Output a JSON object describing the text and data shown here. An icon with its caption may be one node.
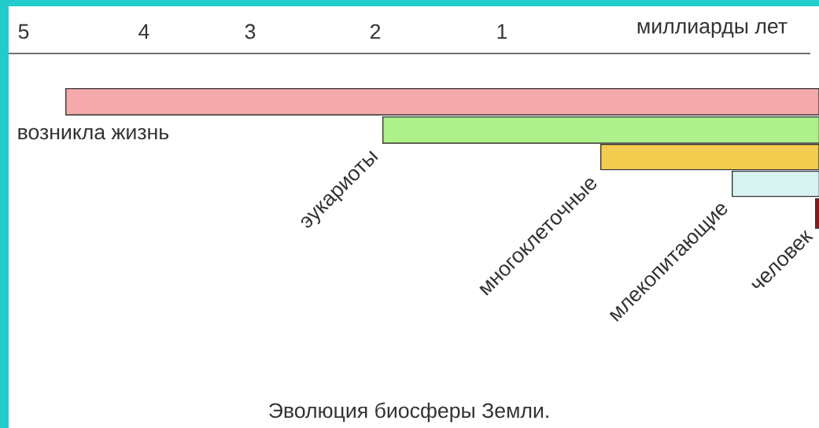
{
  "diagram": {
    "caption": "Эволюция биосферы Земли.",
    "nodes": [
      {
        "text": [],
        "shape": "bar",
        "beside": [
          "возникла жизнь"
        ]
      },
      {
        "text": [],
        "shape": "bar",
        "beside": [
          "эукариоты"
        ]
      },
      {
        "text": [],
        "shape": "bar",
        "beside": [
          "многоклеточные"
        ]
      },
      {
        "text": [],
        "shape": "bar",
        "beside": [
          "млекопитающие"
        ]
      },
      {
        "text": [],
        "shape": "bar",
        "beside": [
          "человек"
        ]
      }
    ],
    "labels": [
      "5",
      "4",
      "3",
      "2",
      "1",
      "миллиарды лет"
    ]
  }
}
